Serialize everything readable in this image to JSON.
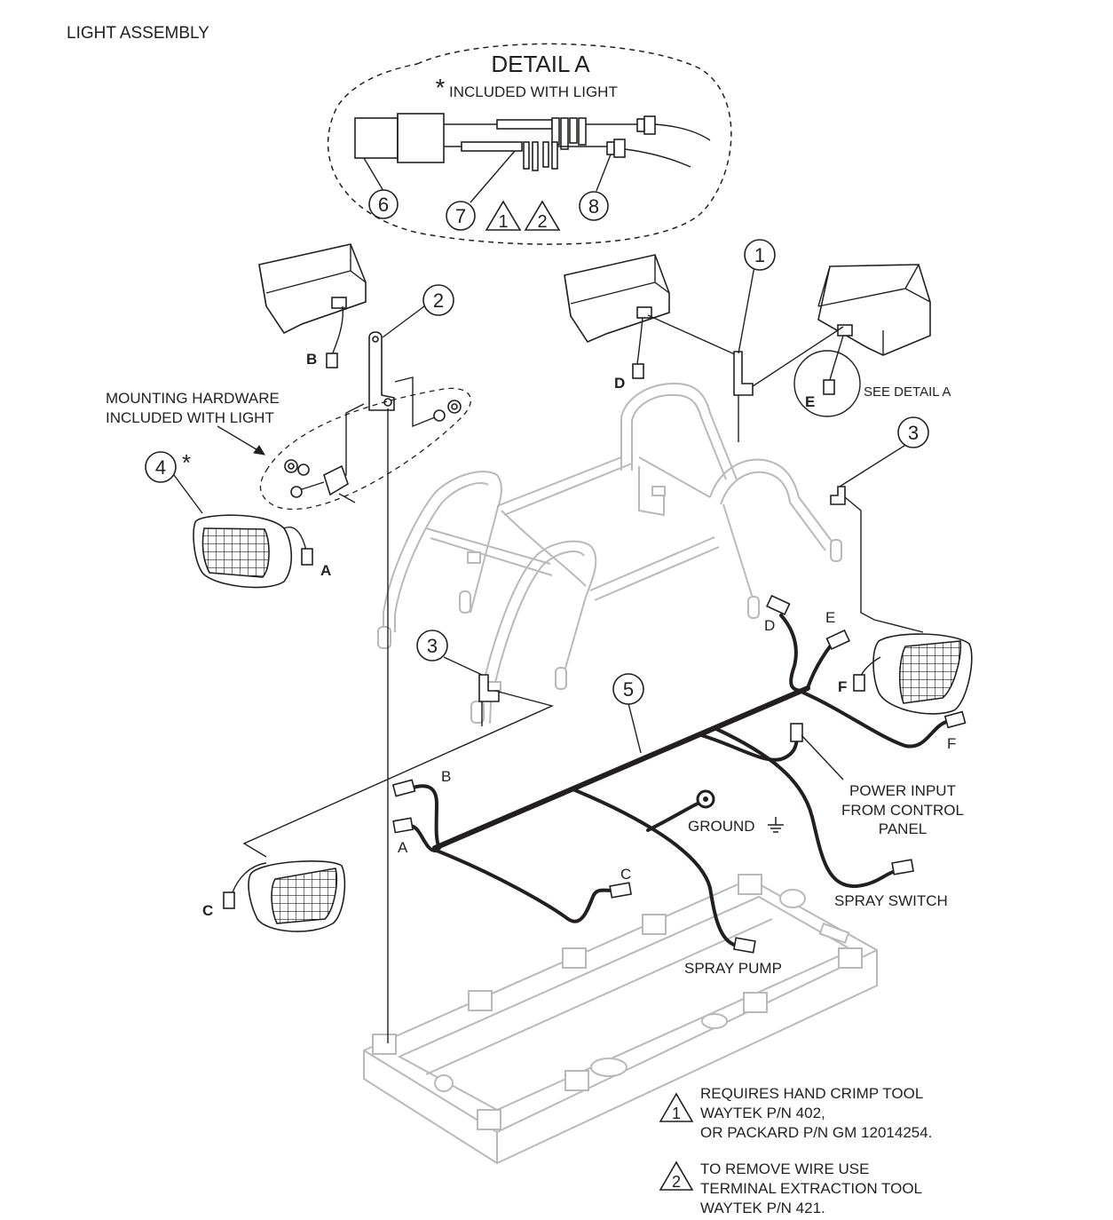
{
  "title": "LIGHT ASSEMBLY",
  "detail": {
    "title": "DETAIL  A",
    "asterisk": "*",
    "subtitle": "INCLUDED WITH LIGHT",
    "callouts": [
      "6",
      "7",
      "8"
    ],
    "warning_refs": [
      "1",
      "2"
    ]
  },
  "callouts": {
    "c1": "1",
    "c2": "2",
    "c3_left": "3",
    "c3_right": "3",
    "c4": "4",
    "c4_star": "*",
    "c5": "5"
  },
  "lights": {
    "A": "A",
    "B": "B",
    "C": "C",
    "D": "D",
    "E": "E",
    "F": "F"
  },
  "harness_ends": {
    "A": "A",
    "B": "B",
    "C": "C",
    "D": "D",
    "E": "E",
    "F": "F"
  },
  "labels": {
    "see_detail": "SEE DETAIL A",
    "mounting_line1": "MOUNTING HARDWARE",
    "mounting_line2": "INCLUDED WITH LIGHT",
    "power_line1": "POWER INPUT",
    "power_line2": "FROM CONTROL",
    "power_line3": "PANEL",
    "ground": "GROUND",
    "spray_switch": "SPRAY SWITCH",
    "spray_pump": "SPRAY PUMP"
  },
  "notes": [
    {
      "symbol": "1",
      "line1": "REQUIRES HAND CRIMP TOOL",
      "line2": "WAYTEK P/N 402,",
      "line3": "OR PACKARD P/N GM 12014254."
    },
    {
      "symbol": "2",
      "line1": "TO REMOVE WIRE USE",
      "line2": "TERMINAL EXTRACTION TOOL",
      "line3": "WAYTEK P/N 421."
    }
  ]
}
